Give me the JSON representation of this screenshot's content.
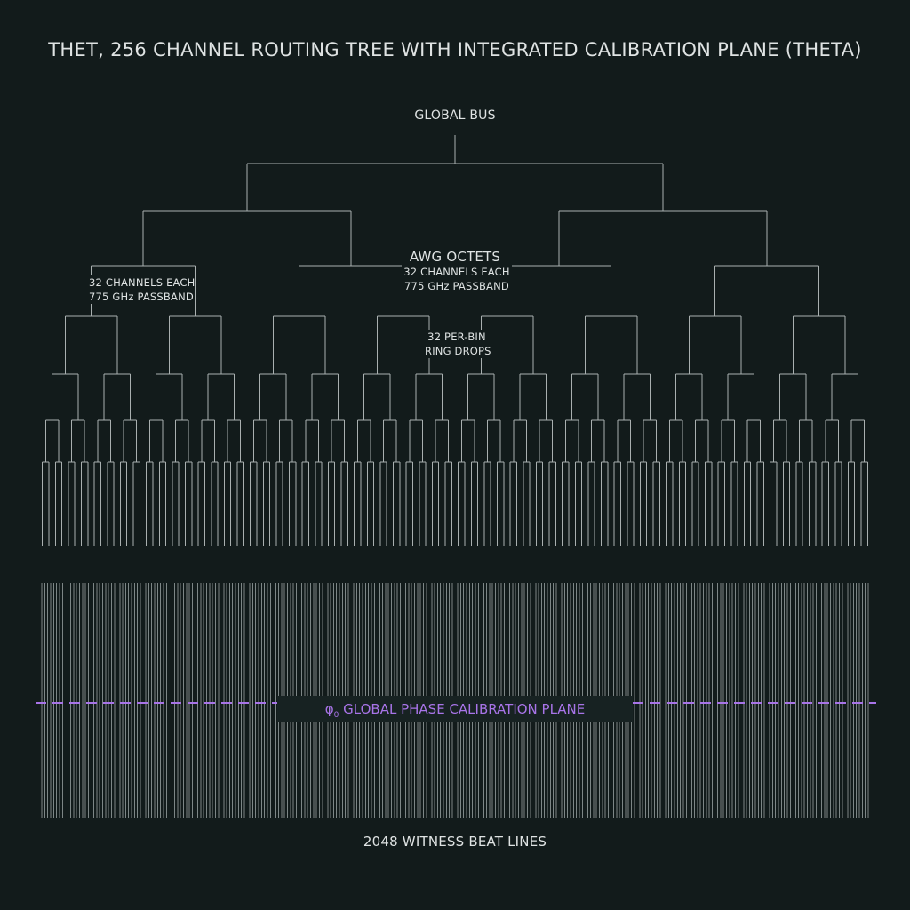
{
  "title": "THET, 256 CHANNEL ROUTING TREE WITH INTEGRATED CALIBRATION PLANE (THETA)",
  "labels": {
    "root": "GLOBAL BUS",
    "awg_heading": "AWG OCTETS",
    "awg_left_line1": "32 CHANNELS EACH",
    "awg_left_line2": "775 GHz PASSBAND",
    "awg_center_line1": "32 CHANNELS EACH",
    "awg_center_line2": "775 GHz PASSBAND",
    "ring_line1": "32 PER-BIN",
    "ring_line2": "RING DROPS",
    "calibration_symbol": "φ",
    "calibration_subscript": "0",
    "calibration_text": "GLOBAL PHASE CALIBRATION PLANE",
    "witness": "2048 WITNESS BEAT LINES"
  },
  "colors": {
    "background": "#121b1b",
    "tree_line": "#a9b0b0",
    "witness_line": "#7d8686",
    "calibration_accent": "#a874e8"
  }
}
